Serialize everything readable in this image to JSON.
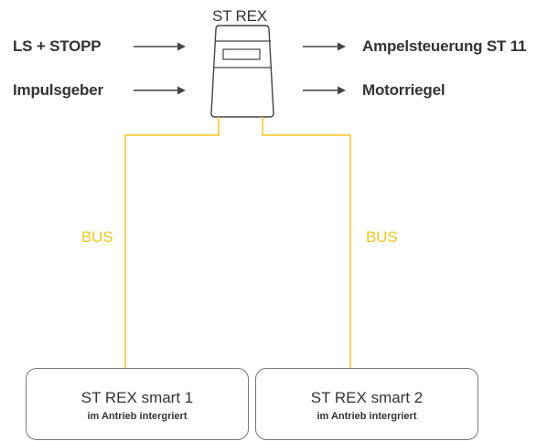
{
  "device": {
    "title": "ST REX"
  },
  "inputs": [
    {
      "label": "LS + STOPP"
    },
    {
      "label": "Impulsgeber"
    }
  ],
  "outputs": [
    {
      "label": "Ampelsteuerung ST 11"
    },
    {
      "label": "Motorriegel"
    }
  ],
  "bus_label": "BUS",
  "modules": [
    {
      "name": "ST REX smart 1",
      "subtitle": "im Antrieb intergriert"
    },
    {
      "name": "ST REX smart 2",
      "subtitle": "im Antrieb intergriert"
    }
  ],
  "colors": {
    "bus": "#f5c518",
    "text": "#333333",
    "line": "#444444"
  }
}
